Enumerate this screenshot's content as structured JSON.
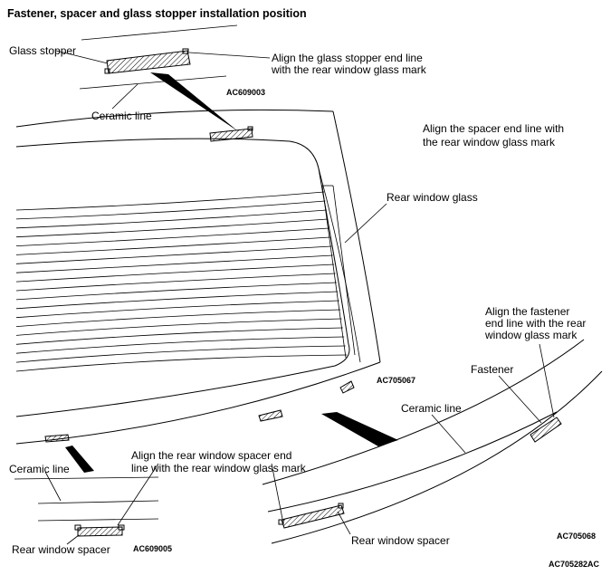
{
  "title": "Fastener, spacer and glass stopper installation position",
  "labels": {
    "glass_stopper": "Glass stopper",
    "align_stopper_1": "Align the glass stopper end line",
    "align_stopper_2": "with the rear window glass mark",
    "ceramic_line_top": "Ceramic line",
    "align_spacer_1": "Align the spacer end line with",
    "align_spacer_2": "the rear window glass mark",
    "rear_window_glass": "Rear window glass",
    "align_fastener_1": "Align the fastener",
    "align_fastener_2": "end line with the rear",
    "align_fastener_3": "window glass mark",
    "fastener": "Fastener",
    "ceramic_line_right": "Ceramic line",
    "align_rear_spacer_1": "Align the rear window spacer end",
    "align_rear_spacer_2": "line with the rear window glass mark",
    "ceramic_line_left": "Ceramic line",
    "rear_window_spacer_left": "Rear window spacer",
    "rear_window_spacer_right": "Rear window spacer"
  },
  "codes": {
    "top_detail": "AC609003",
    "main": "AC705067",
    "left_detail": "AC609005",
    "right_detail": "AC705068",
    "figure": "AC705282AC"
  }
}
